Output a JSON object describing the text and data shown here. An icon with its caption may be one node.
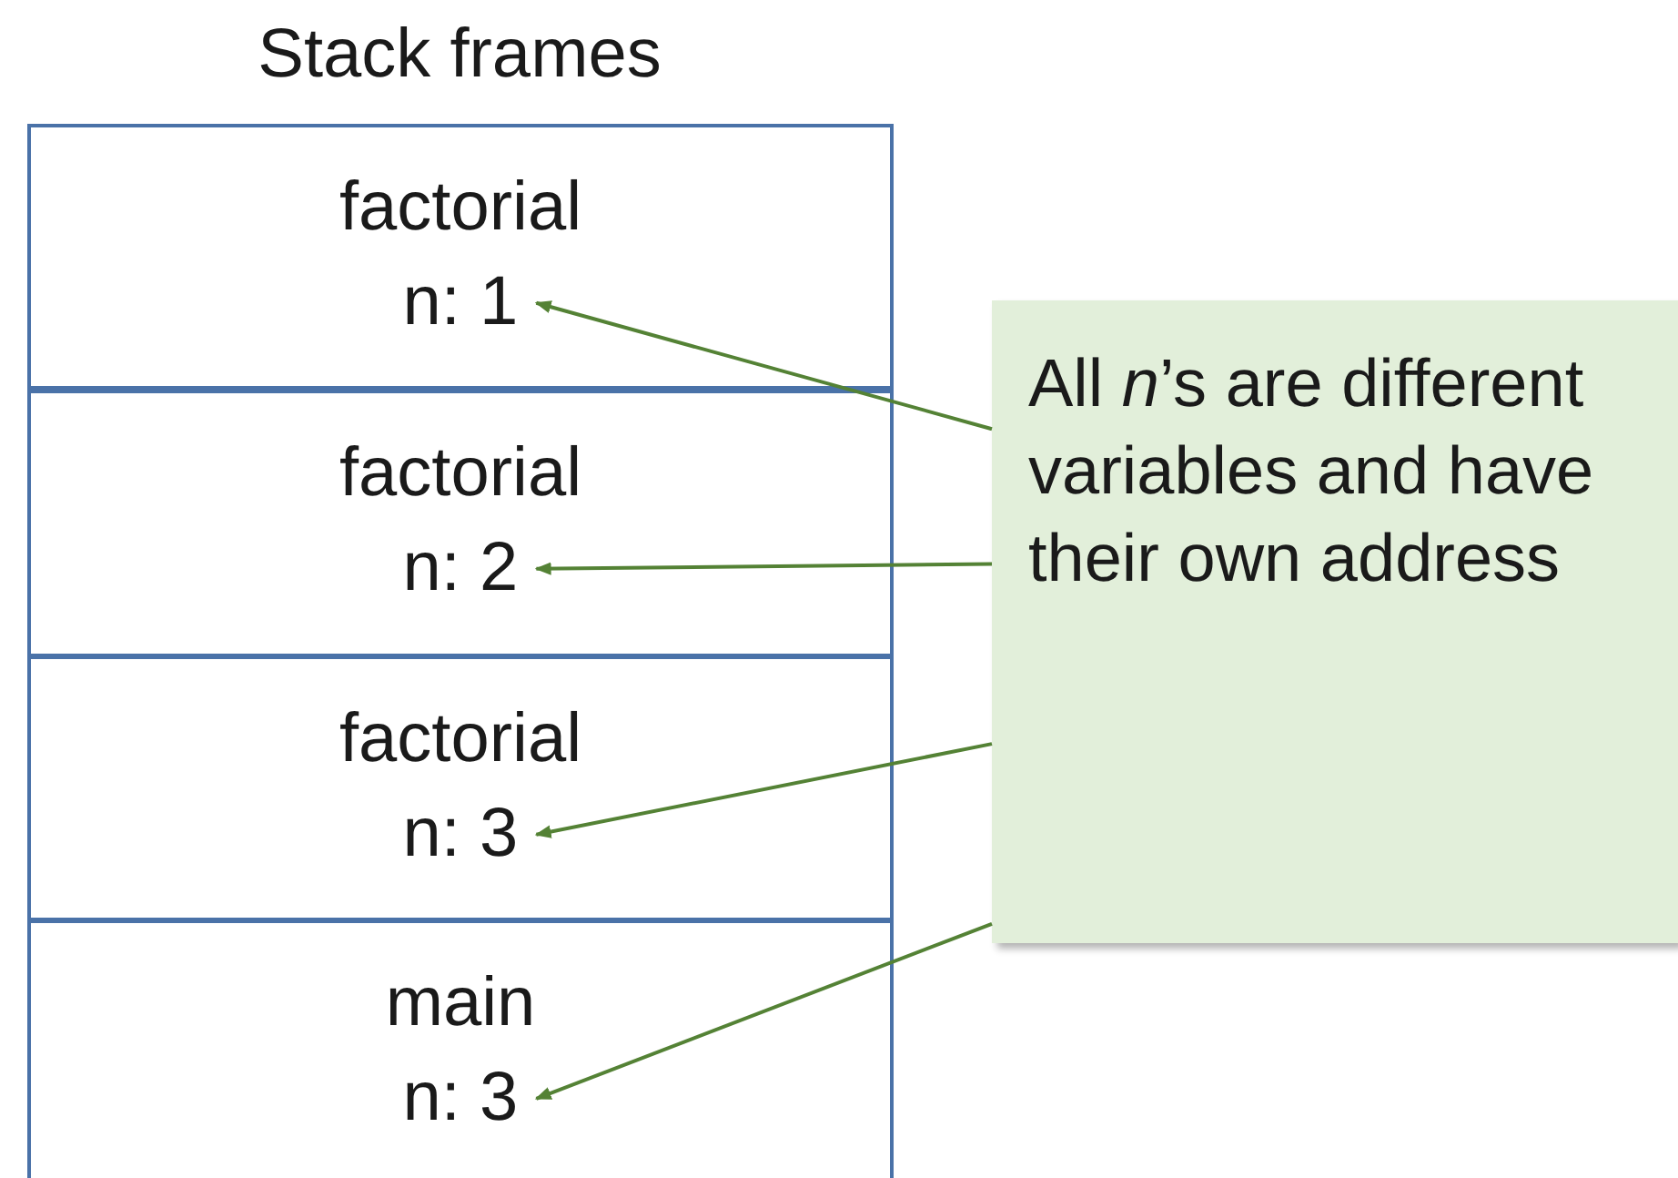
{
  "diagram": {
    "title": "Stack frames",
    "nodes": [
      {
        "text": [
          "factorial"
        ]
      },
      {
        "text": [
          "n: 1"
        ],
        "in": 0
      },
      {
        "text": [
          "factorial"
        ]
      },
      {
        "text": [
          "n: 2"
        ],
        "in": 2
      },
      {
        "text": [
          "factorial"
        ]
      },
      {
        "text": [
          "n: 3"
        ],
        "in": 4
      },
      {
        "text": [
          "main"
        ]
      },
      {
        "text": [
          "n: 3"
        ],
        "in": 6
      },
      {
        "text": [
          "All *n*’s are different variables and have their own address"
        ]
      }
    ],
    "edges": [
      {
        "from": 8,
        "to": 1,
        "arrow": "to",
        "color": "#548235"
      },
      {
        "from": 8,
        "to": 3,
        "arrow": "to",
        "color": "#548235"
      },
      {
        "from": 8,
        "to": 5,
        "arrow": "to",
        "color": "#548235"
      },
      {
        "from": 8,
        "to": 7,
        "arrow": "to",
        "color": "#548235"
      }
    ]
  }
}
